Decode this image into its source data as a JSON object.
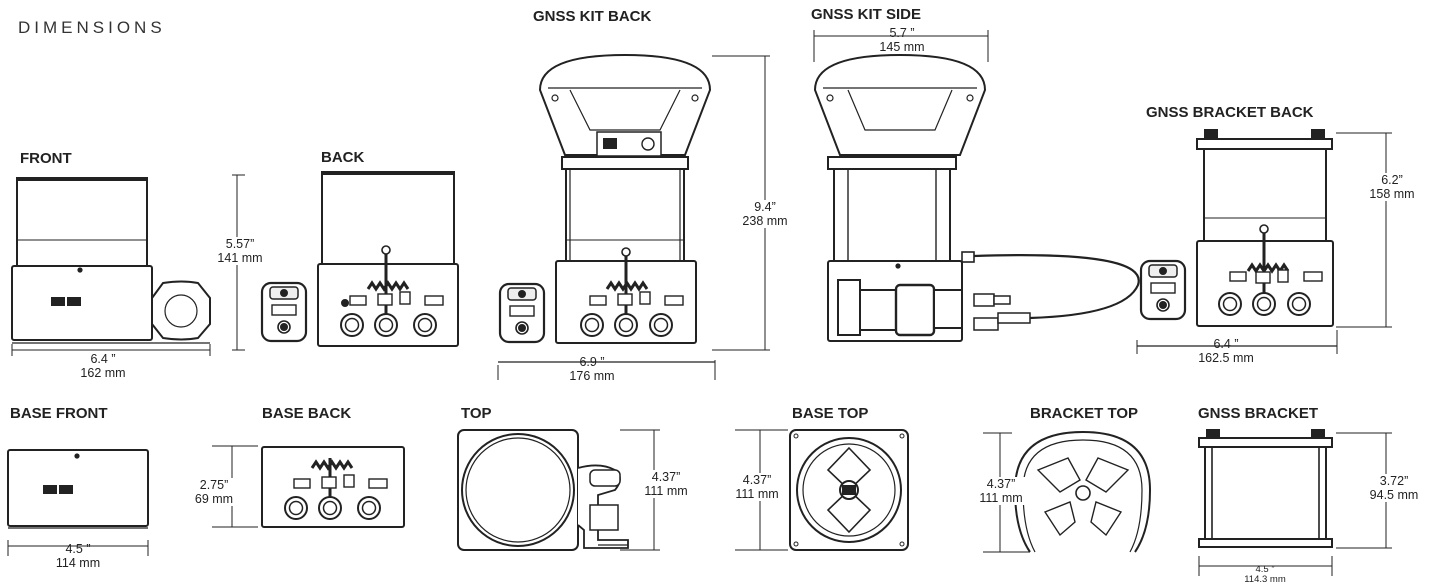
{
  "header": "DIMENSIONS",
  "views": {
    "front": {
      "title": "FRONT",
      "w_in": "6.4 ”",
      "w_mm": "162 mm"
    },
    "back": {
      "title": "BACK",
      "h_in": "5.57”",
      "h_mm": "141 mm"
    },
    "gnss_kit_back": {
      "title": "GNSS KIT BACK",
      "h_in": "9.4”",
      "h_mm": "238 mm",
      "w_in": "6.9 ”",
      "w_mm": "176 mm"
    },
    "gnss_kit_side": {
      "title": "GNSS KIT SIDE",
      "w_in": "5.7 ”",
      "w_mm": "145 mm"
    },
    "gnss_bracket_back": {
      "title": "GNSS BRACKET BACK",
      "h_in": "6.2”",
      "h_mm": "158 mm",
      "w_in": "6.4 ”",
      "w_mm": "162.5 mm"
    },
    "base_front": {
      "title": "BASE FRONT",
      "w_in": "4.5 ”",
      "w_mm": "114 mm"
    },
    "base_back": {
      "title": "BASE BACK",
      "h_in": "2.75”",
      "h_mm": "69 mm"
    },
    "top": {
      "title": "TOP",
      "h_in": "4.37”",
      "h_mm": "111 mm"
    },
    "base_top": {
      "title": "BASE TOP",
      "h_in": "4.37”",
      "h_mm": "111 mm"
    },
    "bracket_top": {
      "title": "BRACKET TOP",
      "h_in": "4.37”",
      "h_mm": "111 mm"
    },
    "gnss_bracket": {
      "title": "GNSS BRACKET",
      "h_in": "3.72”",
      "h_mm": "94.5 mm",
      "w_in": "4.5 ”",
      "w_mm": "114.3 mm"
    }
  }
}
